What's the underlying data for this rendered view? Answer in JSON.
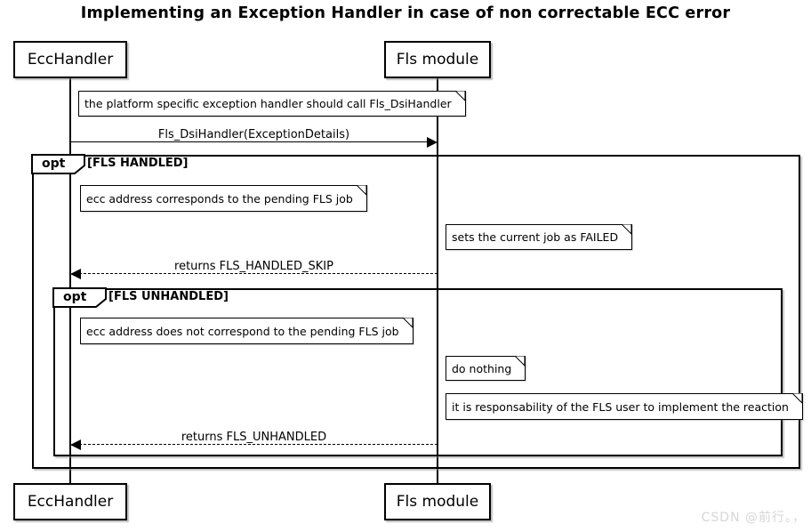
{
  "diagram": {
    "type": "uml-sequence-diagram",
    "title": "Implementing an Exception Handler in case of non correctable ECC error",
    "participants": [
      {
        "name": "EccHandler"
      },
      {
        "name": "Fls module"
      }
    ],
    "messages": [
      {
        "label": "Fls_DsiHandler(ExceptionDetails)",
        "from": "EccHandler",
        "to": "Fls module",
        "style": "solid-arrow"
      },
      {
        "label": "returns FLS_HANDLED_SKIP",
        "from": "Fls module",
        "to": "EccHandler",
        "style": "dashed-return"
      },
      {
        "label": "returns FLS_UNHANDLED",
        "from": "Fls module",
        "to": "EccHandler",
        "style": "dashed-return"
      }
    ],
    "fragments": [
      {
        "operator": "opt",
        "condition": "[FLS HANDLED]"
      },
      {
        "operator": "opt",
        "condition": "[FLS UNHANDLED]"
      }
    ],
    "notes": [
      {
        "text": "the platform specific exception handler should call Fls_DsiHandler"
      },
      {
        "text": "ecc address corresponds to the pending FLS job"
      },
      {
        "text": "sets the current job as FAILED"
      },
      {
        "text": "ecc address does not correspond to the pending FLS job"
      },
      {
        "text": "do nothing"
      },
      {
        "text": "it is responsability of the FLS user to implement the reaction"
      }
    ],
    "colors": {
      "line": "#000000",
      "background": "#ffffff",
      "note_fill": "#ffffff",
      "watermark": "#d6d6d6"
    }
  },
  "watermark": "CSDN @前行。，"
}
